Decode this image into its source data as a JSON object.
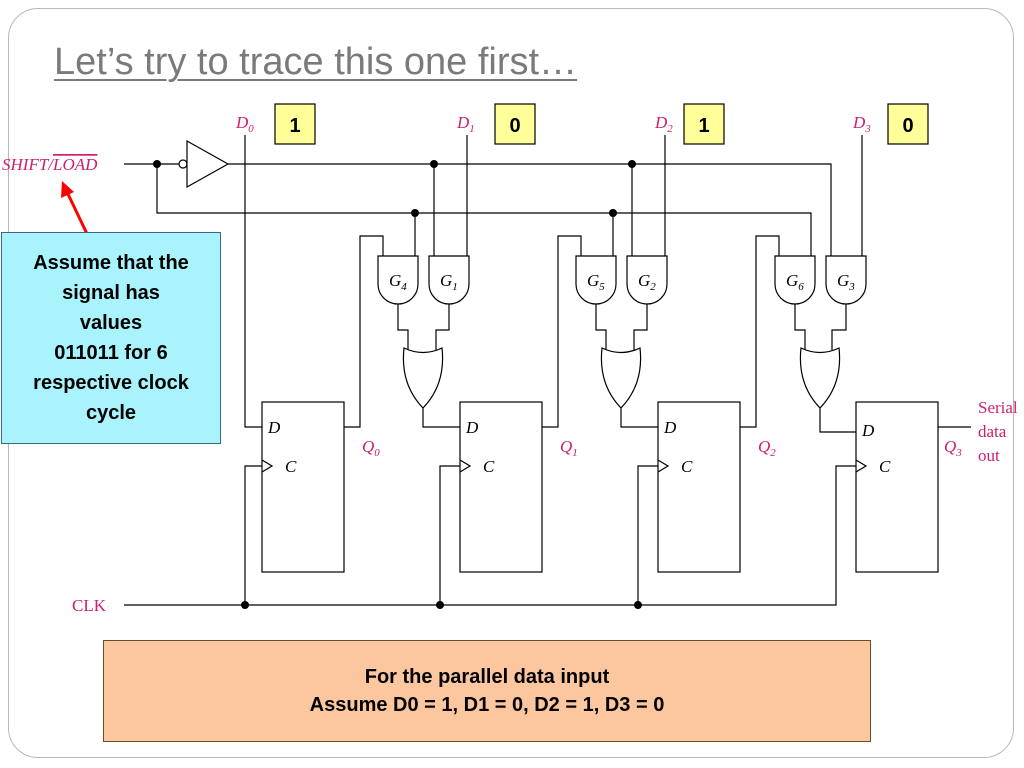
{
  "slide": {
    "title": "Let’s try to trace this one first…"
  },
  "circuit": {
    "control_signal": {
      "text": "SHIFT/",
      "overline_text": "LOAD"
    },
    "clock_label": "CLK",
    "inputs": [
      {
        "name": "D",
        "sub": "0",
        "value": "1"
      },
      {
        "name": "D",
        "sub": "1",
        "value": "0"
      },
      {
        "name": "D",
        "sub": "2",
        "value": "1"
      },
      {
        "name": "D",
        "sub": "3",
        "value": "0"
      }
    ],
    "and_gates": [
      {
        "name": "G",
        "sub": "4"
      },
      {
        "name": "G",
        "sub": "1"
      },
      {
        "name": "G",
        "sub": "5"
      },
      {
        "name": "G",
        "sub": "2"
      },
      {
        "name": "G",
        "sub": "6"
      },
      {
        "name": "G",
        "sub": "3"
      }
    ],
    "flip_flop_pins": {
      "d": "D",
      "c": "C"
    },
    "outputs": [
      {
        "name": "Q",
        "sub": "0"
      },
      {
        "name": "Q",
        "sub": "1"
      },
      {
        "name": "Q",
        "sub": "2"
      },
      {
        "name": "Q",
        "sub": "3"
      }
    ],
    "serial_output": [
      "Serial",
      "data",
      "out"
    ],
    "colors": {
      "label": "#cc1f6e",
      "value_box": "#ffff99"
    }
  },
  "callouts": {
    "signal_assumption": {
      "lines": [
        "Assume that the",
        "signal has",
        "values",
        "011011 for 6",
        "respective clock",
        "cycle"
      ],
      "background": "#a9f3fd",
      "arrow_color": "#ff0000"
    },
    "parallel_assumption": {
      "line1": "For the parallel data input",
      "line2": "Assume D0 = 1, D1 = 0, D2 = 1, D3 = 0",
      "background": "#fcc79e"
    }
  }
}
